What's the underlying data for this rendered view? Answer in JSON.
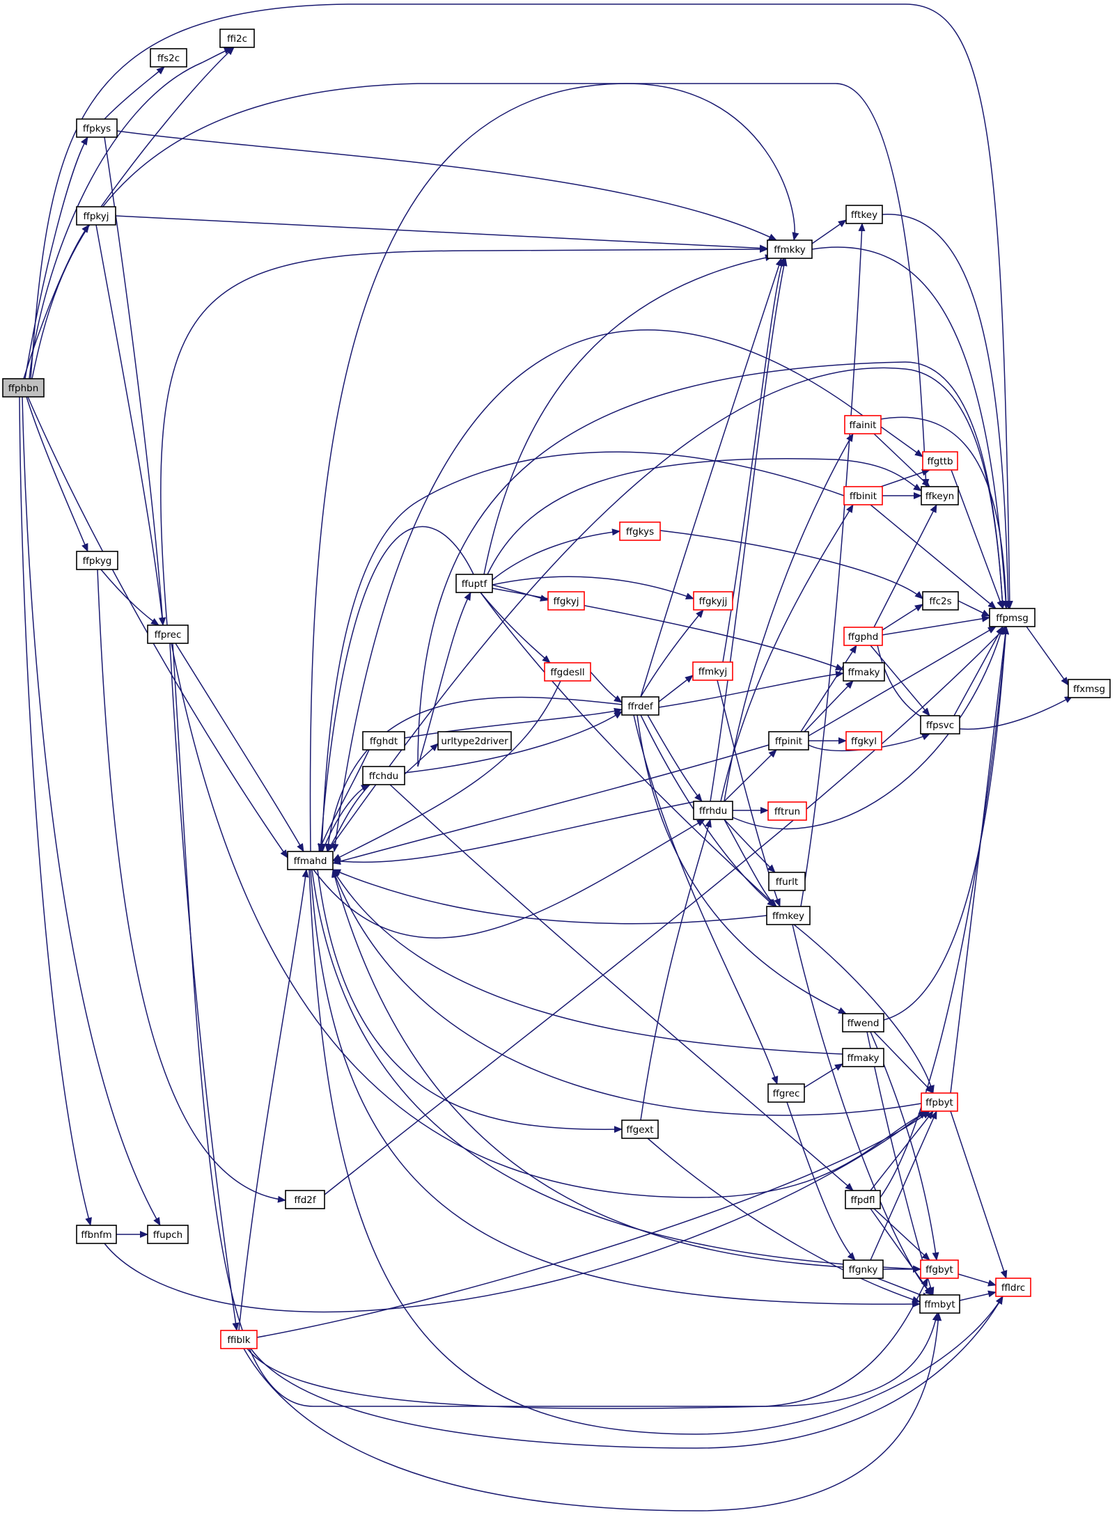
{
  "colors": {
    "edge": "#191970",
    "node_border": "#000000",
    "truncated_border": "#ff0000",
    "root_fill": "#bfbfbf",
    "node_fill": "#ffffff"
  },
  "nodes": [
    {
      "id": "ffphbn",
      "label": "ffphbn",
      "style": "root"
    },
    {
      "id": "ffi2c",
      "label": "ffi2c",
      "style": "normal"
    },
    {
      "id": "ffs2c",
      "label": "ffs2c",
      "style": "normal"
    },
    {
      "id": "ffpkys",
      "label": "ffpkys",
      "style": "normal"
    },
    {
      "id": "ffpkyj",
      "label": "ffpkyj",
      "style": "normal"
    },
    {
      "id": "ffpkyg",
      "label": "ffpkyg",
      "style": "normal"
    },
    {
      "id": "ffprec",
      "label": "ffprec",
      "style": "normal"
    },
    {
      "id": "ffmahd",
      "label": "ffmahd",
      "style": "normal"
    },
    {
      "id": "ffd2f",
      "label": "ffd2f",
      "style": "normal"
    },
    {
      "id": "ffbnfm",
      "label": "ffbnfm",
      "style": "normal"
    },
    {
      "id": "ffupch",
      "label": "ffupch",
      "style": "normal"
    },
    {
      "id": "ffiblk",
      "label": "ffiblk",
      "style": "truncated"
    },
    {
      "id": "fftkey",
      "label": "fftkey",
      "style": "normal"
    },
    {
      "id": "ffmkky",
      "label": "ffmkky",
      "style": "normal"
    },
    {
      "id": "ffpmsg",
      "label": "ffpmsg",
      "style": "normal"
    },
    {
      "id": "ffxmsg",
      "label": "ffxmsg",
      "style": "normal"
    },
    {
      "id": "ffainit",
      "label": "ffainit",
      "style": "truncated"
    },
    {
      "id": "ffgttb",
      "label": "ffgttb",
      "style": "truncated"
    },
    {
      "id": "ffbinit",
      "label": "ffbinit",
      "style": "truncated"
    },
    {
      "id": "ffkeyn",
      "label": "ffkeyn",
      "style": "normal"
    },
    {
      "id": "ffgkys",
      "label": "ffgkys",
      "style": "truncated"
    },
    {
      "id": "ffuptf",
      "label": "ffuptf",
      "style": "normal"
    },
    {
      "id": "ffgkyj",
      "label": "ffgkyj",
      "style": "truncated"
    },
    {
      "id": "ffgkyjj",
      "label": "ffgkyjj",
      "style": "truncated"
    },
    {
      "id": "ffc2s",
      "label": "ffc2s",
      "style": "normal"
    },
    {
      "id": "ffgphd",
      "label": "ffgphd",
      "style": "truncated"
    },
    {
      "id": "ffgdesll",
      "label": "ffgdesll",
      "style": "truncated"
    },
    {
      "id": "ffmkyj",
      "label": "ffmkyj",
      "style": "truncated"
    },
    {
      "id": "ffmaky1",
      "label": "ffmaky",
      "style": "normal"
    },
    {
      "id": "ffrdef",
      "label": "ffrdef",
      "style": "normal"
    },
    {
      "id": "ffpsvc",
      "label": "ffpsvc",
      "style": "normal"
    },
    {
      "id": "ffghdt",
      "label": "ffghdt",
      "style": "normal"
    },
    {
      "id": "urltype2driver",
      "label": "urltype2driver",
      "style": "normal"
    },
    {
      "id": "ffpinit",
      "label": "ffpinit",
      "style": "normal"
    },
    {
      "id": "ffgkyl",
      "label": "ffgkyl",
      "style": "truncated"
    },
    {
      "id": "ffchdu",
      "label": "ffchdu",
      "style": "normal"
    },
    {
      "id": "ffrhdu",
      "label": "ffrhdu",
      "style": "normal"
    },
    {
      "id": "fftrun",
      "label": "fftrun",
      "style": "truncated"
    },
    {
      "id": "ffurlt",
      "label": "ffurlt",
      "style": "normal"
    },
    {
      "id": "ffmkey",
      "label": "ffmkey",
      "style": "normal"
    },
    {
      "id": "ffwend",
      "label": "ffwend",
      "style": "normal"
    },
    {
      "id": "ffmaky2",
      "label": "ffmaky",
      "style": "normal"
    },
    {
      "id": "ffgrec",
      "label": "ffgrec",
      "style": "normal"
    },
    {
      "id": "ffpbyt",
      "label": "ffpbyt",
      "style": "truncated"
    },
    {
      "id": "ffgext",
      "label": "ffgext",
      "style": "normal"
    },
    {
      "id": "ffpdfl",
      "label": "ffpdfl",
      "style": "normal"
    },
    {
      "id": "ffgnky",
      "label": "ffgnky",
      "style": "normal"
    },
    {
      "id": "ffgbyt",
      "label": "ffgbyt",
      "style": "truncated"
    },
    {
      "id": "ffldrc",
      "label": "ffldrc",
      "style": "truncated"
    },
    {
      "id": "ffmbyt",
      "label": "ffmbyt",
      "style": "normal"
    }
  ]
}
